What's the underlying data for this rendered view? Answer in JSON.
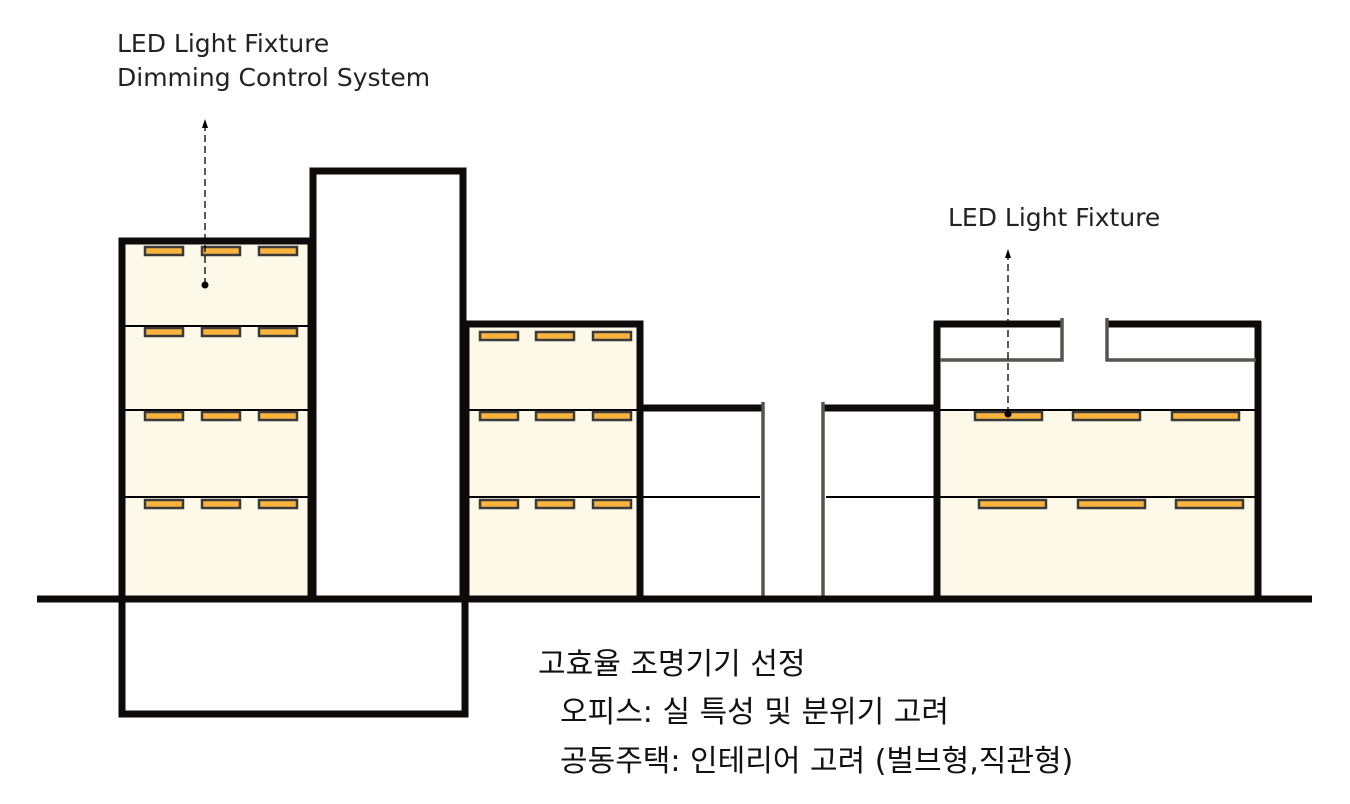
{
  "labels": {
    "left_line1": "LED Light Fixture",
    "left_line2": "Dimming Control System",
    "right": "LED Light Fixture"
  },
  "notes": {
    "title": "고효율 조명기기 선정",
    "office": "오피스: 실 특성 및 분위기 고려",
    "housing": "공동주택: 인테리어 고려 (벌브형,직관형)"
  },
  "colors": {
    "interior_fill": "#fcf9e8",
    "fixture": "#fbb53f",
    "wall": "#0d0a09",
    "secondary_wall": "#555550"
  }
}
